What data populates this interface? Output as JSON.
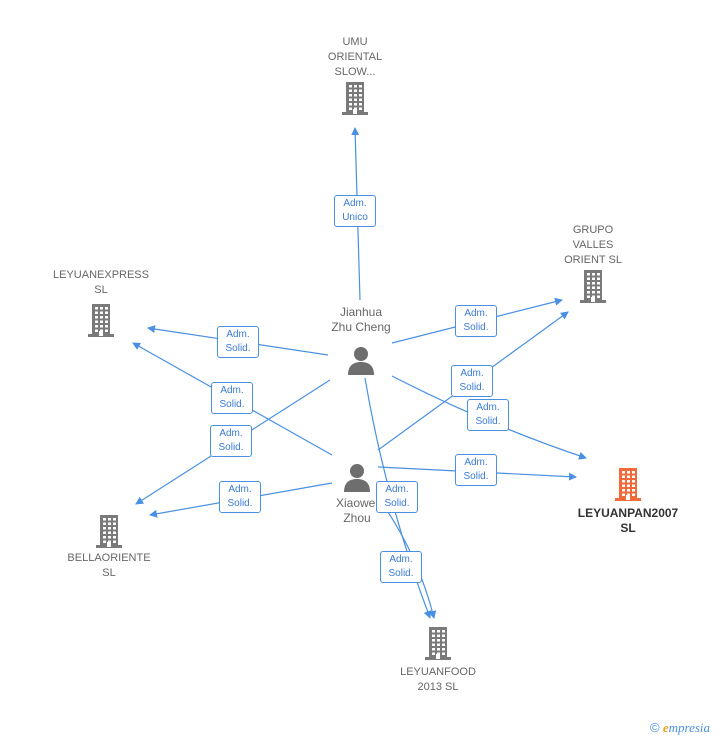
{
  "colors": {
    "edge": "#4a90e2",
    "building": "#7a7a7a",
    "building_main": "#f26a3a",
    "person": "#6e6e6e"
  },
  "people": [
    {
      "id": "jianhua",
      "name": "Jianhua\nZhu Cheng"
    },
    {
      "id": "xiaowei",
      "name": "Xiaowei\nZhou"
    }
  ],
  "companies": [
    {
      "id": "umu",
      "name": "UMU\nORIENTAL\nSLOW..."
    },
    {
      "id": "grupo",
      "name": "GRUPO\nVALLES\nORIENT SL"
    },
    {
      "id": "leyuanexpress",
      "name": "LEYUANEXPRESS\nSL"
    },
    {
      "id": "leyuanpan",
      "name": "LEYUANPAN2007\nSL",
      "highlight": true
    },
    {
      "id": "bellaoriente",
      "name": "BELLAORIENTE\nSL"
    },
    {
      "id": "leyuanfood",
      "name": "LEYUANFOOD\n2013  SL"
    }
  ],
  "relations": [
    {
      "from": "jianhua",
      "to": "umu",
      "label": "Adm.\nUnico"
    },
    {
      "from": "jianhua",
      "to": "leyuanexpress",
      "label": "Adm.\nSolid."
    },
    {
      "from": "jianhua",
      "to": "grupo",
      "label": "Adm.\nSolid."
    },
    {
      "from": "jianhua",
      "to": "leyuanpan",
      "label": "Adm.\nSolid."
    },
    {
      "from": "jianhua",
      "to": "bellaoriente",
      "label": "Adm.\nSolid."
    },
    {
      "from": "jianhua",
      "to": "leyuanfood",
      "label": "Adm.\nSolid."
    },
    {
      "from": "xiaowei",
      "to": "leyuanexpress",
      "label": "Adm.\nSolid."
    },
    {
      "from": "xiaowei",
      "to": "grupo",
      "label": "Adm.\nSolid."
    },
    {
      "from": "xiaowei",
      "to": "leyuanpan",
      "label": "Adm.\nSolid."
    },
    {
      "from": "xiaowei",
      "to": "bellaoriente",
      "label": "Adm.\nSolid."
    },
    {
      "from": "xiaowei",
      "to": "leyuanfood",
      "label": "Adm.\nSolid."
    }
  ],
  "footer": {
    "copyright": "©",
    "brand_first": "e",
    "brand_rest": "mpresia"
  }
}
